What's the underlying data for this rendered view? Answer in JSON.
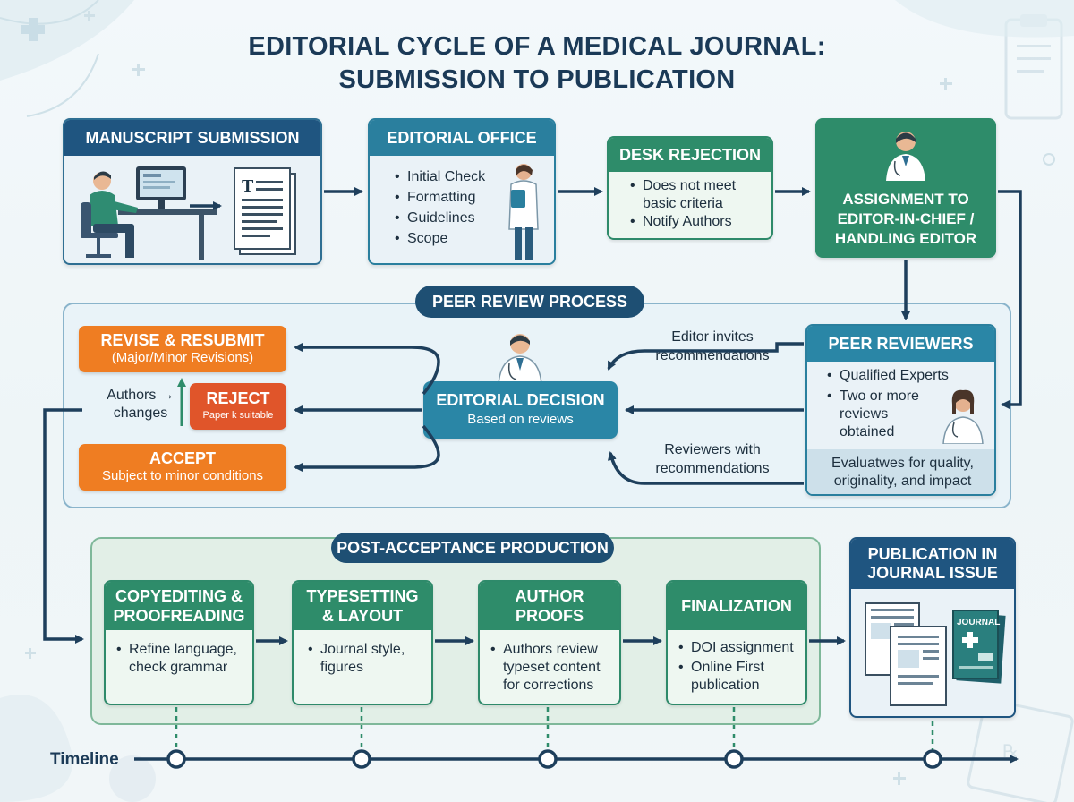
{
  "title_line1": "EDITORIAL CYCLE OF A MEDICAL JOURNAL:",
  "title_line2": "SUBMISSION TO PUBLICATION",
  "submission": {
    "title": "MANUSCRIPT SUBMISSION"
  },
  "editorial_office": {
    "title": "EDITORIAL OFFICE",
    "items": [
      "Initial Check",
      "Formatting",
      "Guidelines",
      "Scope"
    ]
  },
  "desk_rejection": {
    "title": "DESK REJECTION",
    "item1_line1": "Does not meet",
    "item1_line2": "basic criteria",
    "item2": "Notify Authors"
  },
  "assignment": {
    "line1": "ASSIGNMENT TO",
    "line2": "EDITOR-IN-CHIEF /",
    "line3": "HANDLING EDITOR"
  },
  "peer_review": {
    "label": "PEER REVIEW PROCESS",
    "invite_line1": "Editor invites",
    "invite_line2": "recommendations",
    "return_line1": "Reviewers with",
    "return_line2": "recommendations",
    "decision_title": "EDITORIAL DECISION",
    "decision_sub": "Based on reviews",
    "revise_title": "REVISE & RESUBMIT",
    "revise_sub": "(Major/Minor Revisions)",
    "authors_line1": "Authors →",
    "authors_line2": "changes",
    "reject_title": "REJECT",
    "reject_sub": "Paper k suitable",
    "accept_title": "ACCEPT",
    "accept_sub": "Subject to minor conditions"
  },
  "peer_reviewers": {
    "title": "PEER REVIEWERS",
    "item1": "Qualified Experts",
    "item2_line1": "Two or more",
    "item2_line2": "reviews",
    "item2_line3": "obtained",
    "foot_line1": "Evaluatwes for quality,",
    "foot_line2": "originality, and impact"
  },
  "production": {
    "label": "POST-ACCEPTANCE PRODUCTION",
    "copyedit_title1": "COPYEDITING &",
    "copyedit_title2": "PROOFREADING",
    "copyedit_line1": "Refine language,",
    "copyedit_line2": "check grammar",
    "typeset_title1": "TYPESETTING",
    "typeset_title2": "& LAYOUT",
    "typeset_line1": "Journal style,",
    "typeset_line2": "figures",
    "proofs_title1": "AUTHOR",
    "proofs_title2": "PROOFS",
    "proofs_line1": "Authors review",
    "proofs_line2": "typeset content",
    "proofs_line3": "for corrections",
    "final_title": "FINALIZATION",
    "final_item1": "DOI assignment",
    "final_item2_line1": "Online First",
    "final_item2_line2": "publication"
  },
  "publication": {
    "title_line1": "PUBLICATION IN",
    "title_line2": "JOURNAL ISSUE",
    "journal_label": "JOURNAL"
  },
  "timeline": {
    "label": "Timeline"
  },
  "colors": {
    "navy": "#1e4f73",
    "teal": "#2a7f9e",
    "green": "#2e8c6a",
    "orange": "#ef7d22",
    "red": "#e0552a"
  }
}
